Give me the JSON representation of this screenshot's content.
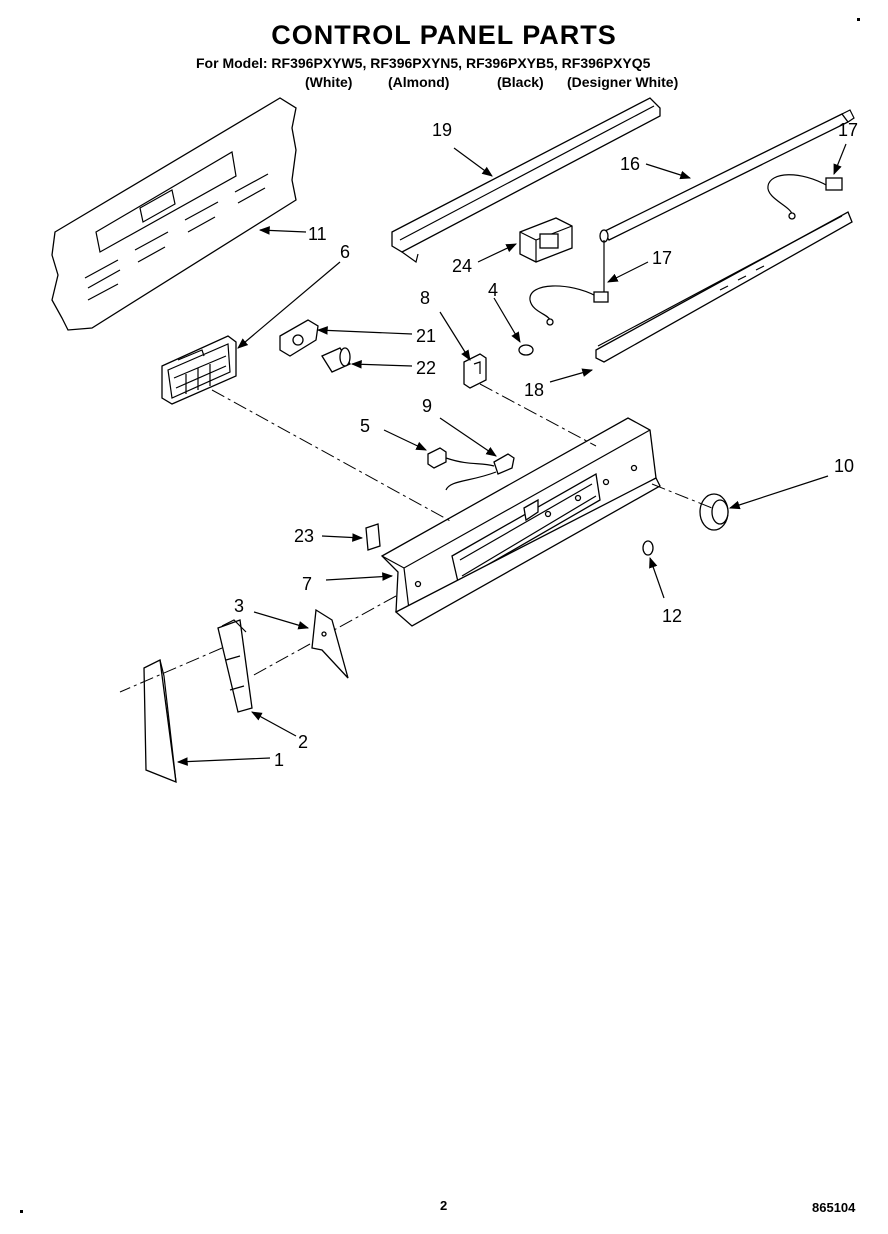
{
  "header": {
    "title": "CONTROL PANEL PARTS",
    "model_line": "For Model: RF396PXYW5, RF396PXYN5, RF396PXYB5, RF396PXYQ5",
    "colors": [
      "(White)",
      "(Almond)",
      "(Black)",
      "(Designer White)"
    ]
  },
  "callouts": {
    "c1": "1",
    "c2": "2",
    "c3": "3",
    "c4": "4",
    "c5": "5",
    "c6": "6",
    "c7": "7",
    "c8": "8",
    "c9": "9",
    "c10": "10",
    "c11": "11",
    "c12": "12",
    "c16": "16",
    "c17a": "17",
    "c17b": "17",
    "c18": "18",
    "c19": "19",
    "c21": "21",
    "c22": "22",
    "c23": "23",
    "c24": "24"
  },
  "footer": {
    "page_number": "2",
    "doc_number": "865104"
  }
}
